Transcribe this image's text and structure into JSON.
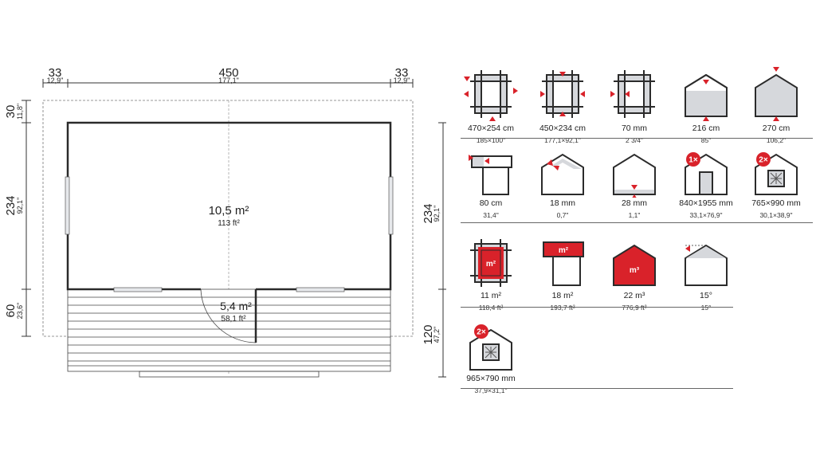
{
  "plan": {
    "top_left_cm": "33",
    "top_left_in": "12,9\"",
    "top_mid_cm": "450",
    "top_mid_in": "177,1\"",
    "top_right_cm": "33",
    "top_right_in": "12,9\"",
    "left_top_cm": "30",
    "left_top_in": "11,8\"",
    "left_mid_cm": "234",
    "left_mid_in": "92,1\"",
    "left_bot_cm": "60",
    "left_bot_in": "23,6\"",
    "right_mid_cm": "234",
    "right_mid_in": "92,1\"",
    "right_bot_cm": "120",
    "right_bot_in": "47,2\"",
    "room_area": "10,5 m²",
    "room_area_ft": "113 ft²",
    "terrace_area": "5,4 m²",
    "terrace_area_ft": "58,1 ft²"
  },
  "specs": [
    {
      "icon": "outer-dimensions-icon",
      "v1": "470×254 cm",
      "v2": "185×100\""
    },
    {
      "icon": "inner-dimensions-icon",
      "v1": "450×234 cm",
      "v2": "177,1×92,1\""
    },
    {
      "icon": "wall-thickness-icon",
      "v1": "70 mm",
      "v2": "2  3/4\""
    },
    {
      "icon": "side-wall-height-icon",
      "v1": "216 cm",
      "v2": "85\""
    },
    {
      "icon": "ridge-height-icon",
      "v1": "270 cm",
      "v2": "106,2\""
    },
    {
      "icon": "roof-overhang-icon",
      "v1": "80 cm",
      "v2": "31,4\""
    },
    {
      "icon": "roof-thickness-icon",
      "v1": "18 mm",
      "v2": "0,7\""
    },
    {
      "icon": "floor-thickness-icon",
      "v1": "28 mm",
      "v2": "1,1\""
    },
    {
      "icon": "door-icon",
      "badge": "1×",
      "v1": "840×1955 mm",
      "v2": "33,1×76,9\""
    },
    {
      "icon": "window-icon",
      "badge": "2×",
      "v1": "765×990 mm",
      "v2": "30,1×38,9\""
    },
    {
      "icon": "floor-area-icon",
      "label": "m²",
      "v1": "11 m²",
      "v2": "118,4 ft²"
    },
    {
      "icon": "roof-area-icon",
      "label": "m²",
      "v1": "18 m²",
      "v2": "193,7 ft²"
    },
    {
      "icon": "volume-icon",
      "label": "m³",
      "v1": "22 m³",
      "v2": "776,9 ft³"
    },
    {
      "icon": "roof-pitch-icon",
      "v1": "15°",
      "v2": "15°"
    },
    {
      "icon": "window-icon",
      "badge": "2×",
      "v1": "965×790 mm",
      "v2": "37,9×31,1\""
    }
  ],
  "colors": {
    "accent": "#d9222a",
    "line": "#2b2b2b",
    "fill_grey": "#d6d8dc"
  }
}
